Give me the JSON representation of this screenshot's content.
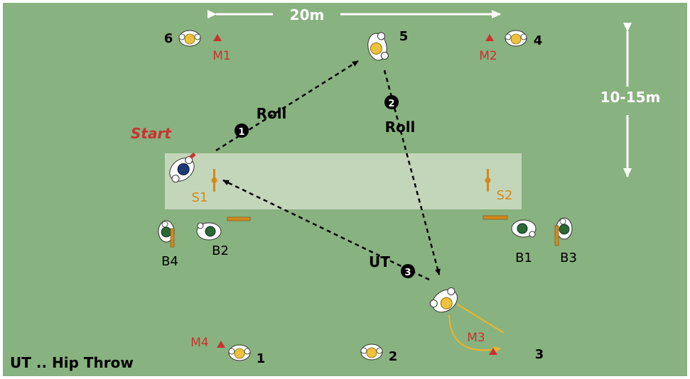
{
  "dimensions": {
    "width_label": "20m",
    "height_label": "10-15m"
  },
  "start_label": "Start",
  "players": [
    {
      "id": "p1",
      "number": "1"
    },
    {
      "id": "p2",
      "number": "2"
    },
    {
      "id": "p3",
      "number": "3"
    },
    {
      "id": "p4",
      "number": "4"
    },
    {
      "id": "p5",
      "number": "5"
    },
    {
      "id": "p6",
      "number": "6"
    }
  ],
  "markers": [
    {
      "id": "m1",
      "label": "M1"
    },
    {
      "id": "m2",
      "label": "M2"
    },
    {
      "id": "m3",
      "label": "M3"
    },
    {
      "id": "m4",
      "label": "M4"
    }
  ],
  "stumps": [
    {
      "id": "s1",
      "label": "S1"
    },
    {
      "id": "s2",
      "label": "S2"
    }
  ],
  "batters": [
    {
      "id": "b1",
      "label": "B1"
    },
    {
      "id": "b2",
      "label": "B2"
    },
    {
      "id": "b3",
      "label": "B3"
    },
    {
      "id": "b4",
      "label": "B4"
    }
  ],
  "steps": [
    {
      "id": "step1",
      "number": "1",
      "label": "Roll"
    },
    {
      "id": "step2",
      "number": "2",
      "label": "Roll"
    },
    {
      "id": "step3",
      "number": "3",
      "label": "UT"
    }
  ],
  "legend": "UT .. Hip Throw",
  "colors": {
    "field": "#88b27f",
    "pitch": "#c4d6ba",
    "marker": "#c83232",
    "stumps": "#d08a1e",
    "start": "#c83232",
    "run_path": "#f0b428",
    "white": "#ffffff"
  }
}
